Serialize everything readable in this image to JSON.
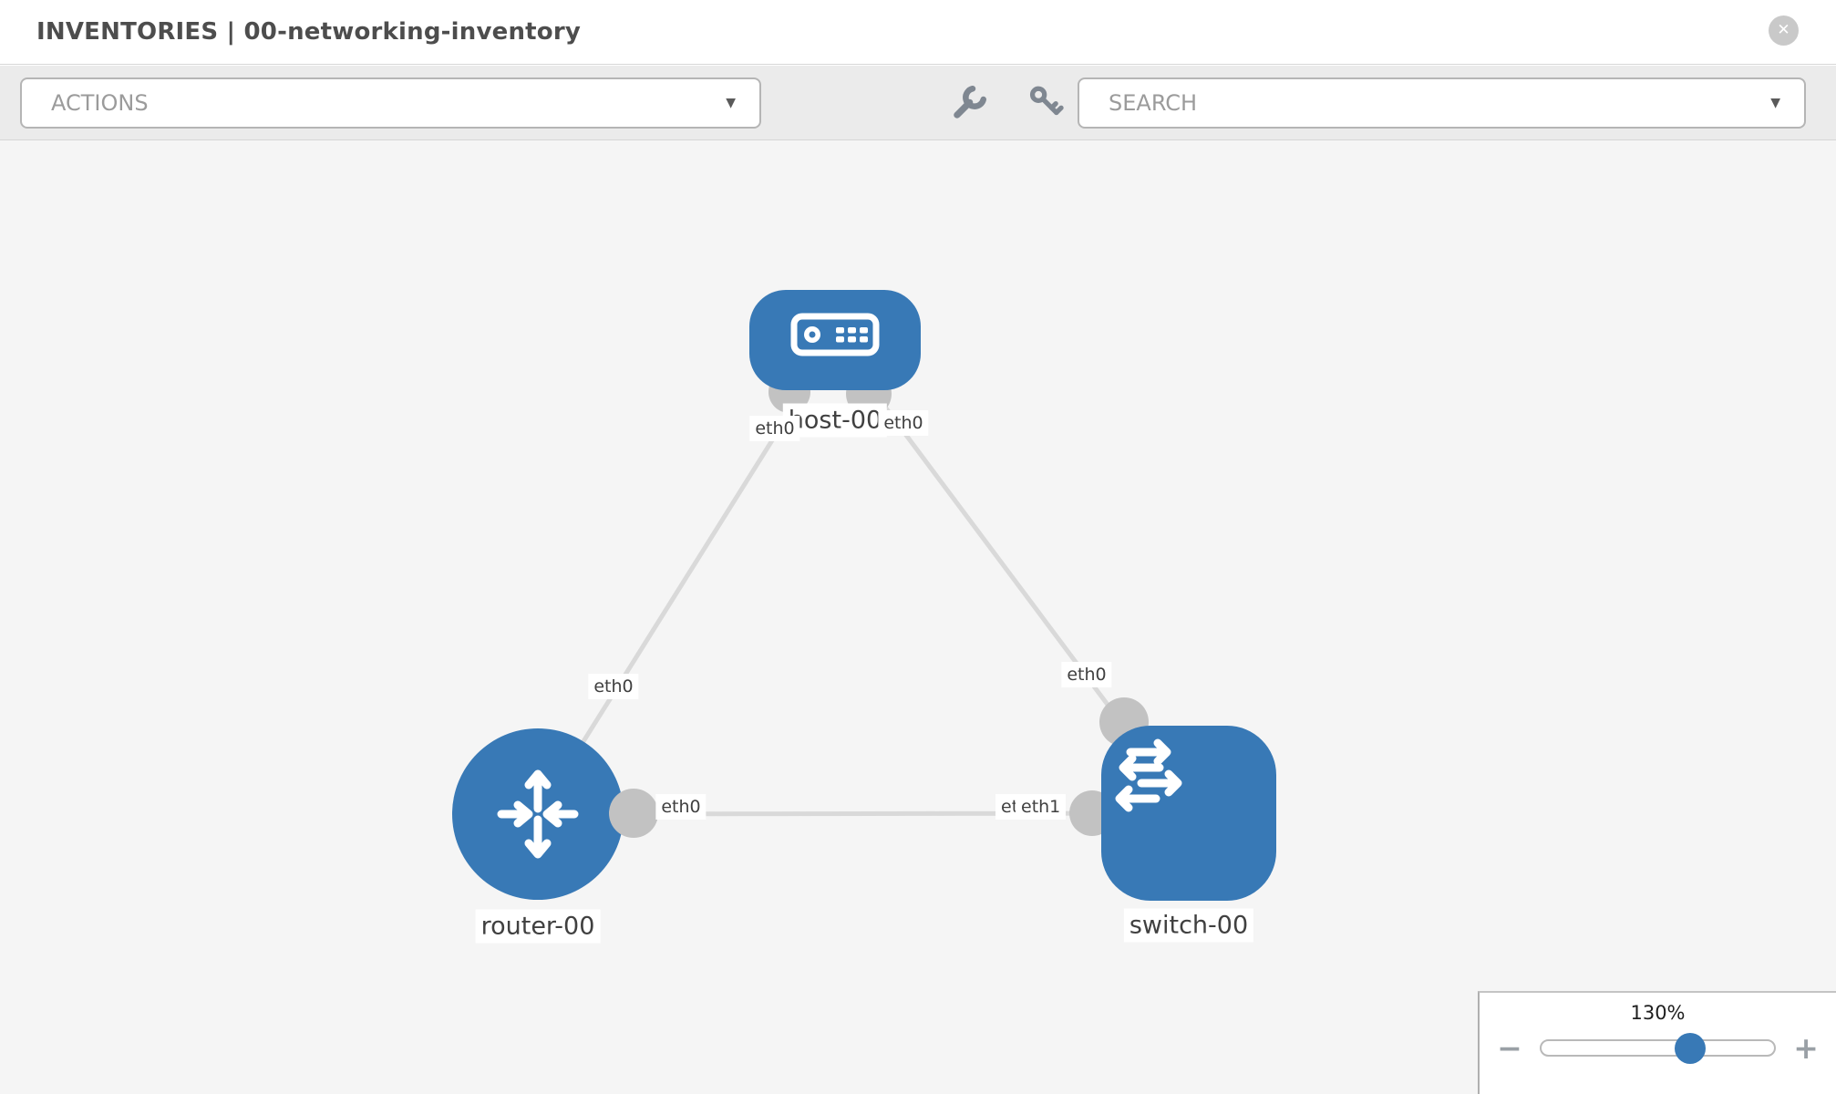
{
  "header": {
    "title": "INVENTORIES | 00-networking-inventory"
  },
  "icons": {
    "close": "✕",
    "caret": "▼"
  },
  "toolbar": {
    "actions_placeholder": "ACTIONS",
    "search_placeholder": "SEARCH",
    "tool_icons": [
      {
        "name": "wrench"
      },
      {
        "name": "key"
      }
    ]
  },
  "topology": {
    "nodes": [
      {
        "id": "host-00",
        "type": "host",
        "label": "host-00"
      },
      {
        "id": "router-00",
        "type": "router",
        "label": "router-00"
      },
      {
        "id": "switch-00",
        "type": "switch",
        "label": "switch-00"
      }
    ],
    "links": [
      {
        "from": "host-00",
        "to": "router-00",
        "from_iface": "eth0",
        "to_iface": "eth0"
      },
      {
        "from": "host-00",
        "to": "switch-00",
        "from_iface": "eth0",
        "to_iface": "eth0"
      },
      {
        "from": "router-00",
        "to": "switch-00",
        "from_iface": "eth0",
        "to_iface": "eth1",
        "obscured_iface": "eth0"
      }
    ]
  },
  "zoom_control": {
    "value": "130%",
    "minus_label": "−",
    "plus_label": "+"
  },
  "colors": {
    "node_blue": "#3879b6",
    "link_gray": "#d9d9d9",
    "connector_gray": "#c2c2c2",
    "canvas_bg": "#f5f5f5",
    "toolbar_bg": "#ebebeb",
    "icon_gray": "#7f8791"
  }
}
